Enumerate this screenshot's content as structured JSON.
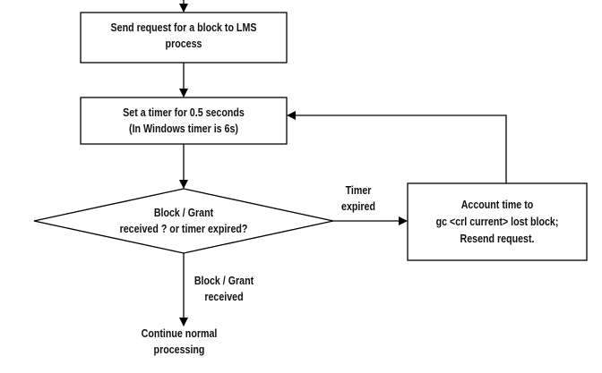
{
  "nodes": {
    "send_request": {
      "line1": "Send request for a block to LMS",
      "line2": "process"
    },
    "set_timer": {
      "line1": "Set a timer for 0.5 seconds",
      "line2": "(In Windows timer is 6s)"
    },
    "decision": {
      "line1": "Block / Grant",
      "line2": "received ? or timer expired?"
    },
    "account_time": {
      "line1": "Account time to",
      "line2": "gc <crl current> lost block;",
      "line3": "Resend request."
    },
    "continue": {
      "line1": "Continue normal",
      "line2": "processing"
    }
  },
  "edges": {
    "timer_expired": {
      "line1": "Timer",
      "line2": "expired"
    },
    "block_grant_received": {
      "line1": "Block / Grant",
      "line2": "received"
    }
  }
}
